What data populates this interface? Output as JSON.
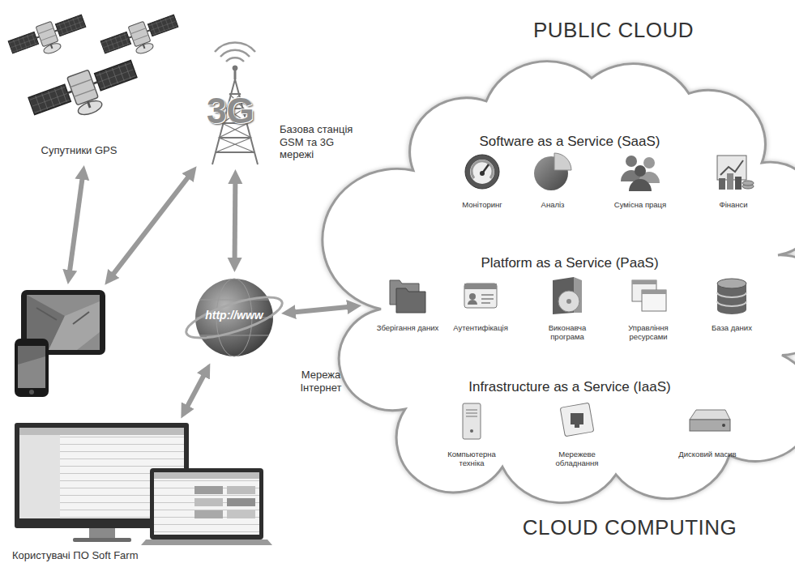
{
  "diagram": {
    "nodes": [
      {
        "text": [
          "Супутники GPS"
        ]
      },
      {
        "text": [
          "Базова станція GSM та 3G мережі"
        ]
      },
      {
        "text": []
      },
      {
        "text": [
          "http://www",
          "Мережа Інтернет"
        ]
      },
      {
        "text": [
          "Користувачі ПО Soft Farm"
        ]
      },
      {
        "text": [
          "PUBLIC CLOUD",
          "CLOUD COMPUTING"
        ]
      },
      {
        "text": [
          "Software as a Service (SaaS)"
        ],
        "in": 5
      },
      {
        "text": [
          "Моніторинг"
        ],
        "in": 6
      },
      {
        "text": [
          "Аналіз"
        ],
        "in": 6
      },
      {
        "text": [
          "Сумісна праця"
        ],
        "in": 6
      },
      {
        "text": [
          "Фінанси"
        ],
        "in": 6
      },
      {
        "text": [
          "Platform as a Service (PaaS)"
        ],
        "in": 5
      },
      {
        "text": [
          "Зберігання даних"
        ],
        "in": 11
      },
      {
        "text": [
          "Аутентифікація"
        ],
        "in": 11
      },
      {
        "text": [
          "Виконавча програма"
        ],
        "in": 11
      },
      {
        "text": [
          "Управління ресурсами"
        ],
        "in": 11
      },
      {
        "text": [
          "База даних"
        ],
        "in": 11
      },
      {
        "text": [
          "Infrastructure as a Service (IaaS)"
        ],
        "in": 5
      },
      {
        "text": [
          "Компьютерна техніка"
        ],
        "in": 17
      },
      {
        "text": [
          "Мережеве обладнання"
        ],
        "in": 17
      },
      {
        "text": [
          "Дисковий масив"
        ],
        "in": 17
      }
    ],
    "edges": [
      {
        "from": 0,
        "to": 2,
        "arrow": "both"
      },
      {
        "from": 2,
        "to": 1,
        "arrow": "both"
      },
      {
        "from": 1,
        "to": 3,
        "arrow": "both"
      },
      {
        "from": 3,
        "to": 5,
        "arrow": "both"
      },
      {
        "from": 4,
        "to": 3,
        "arrow": "both"
      }
    ],
    "labels": [
      "3G"
    ]
  }
}
